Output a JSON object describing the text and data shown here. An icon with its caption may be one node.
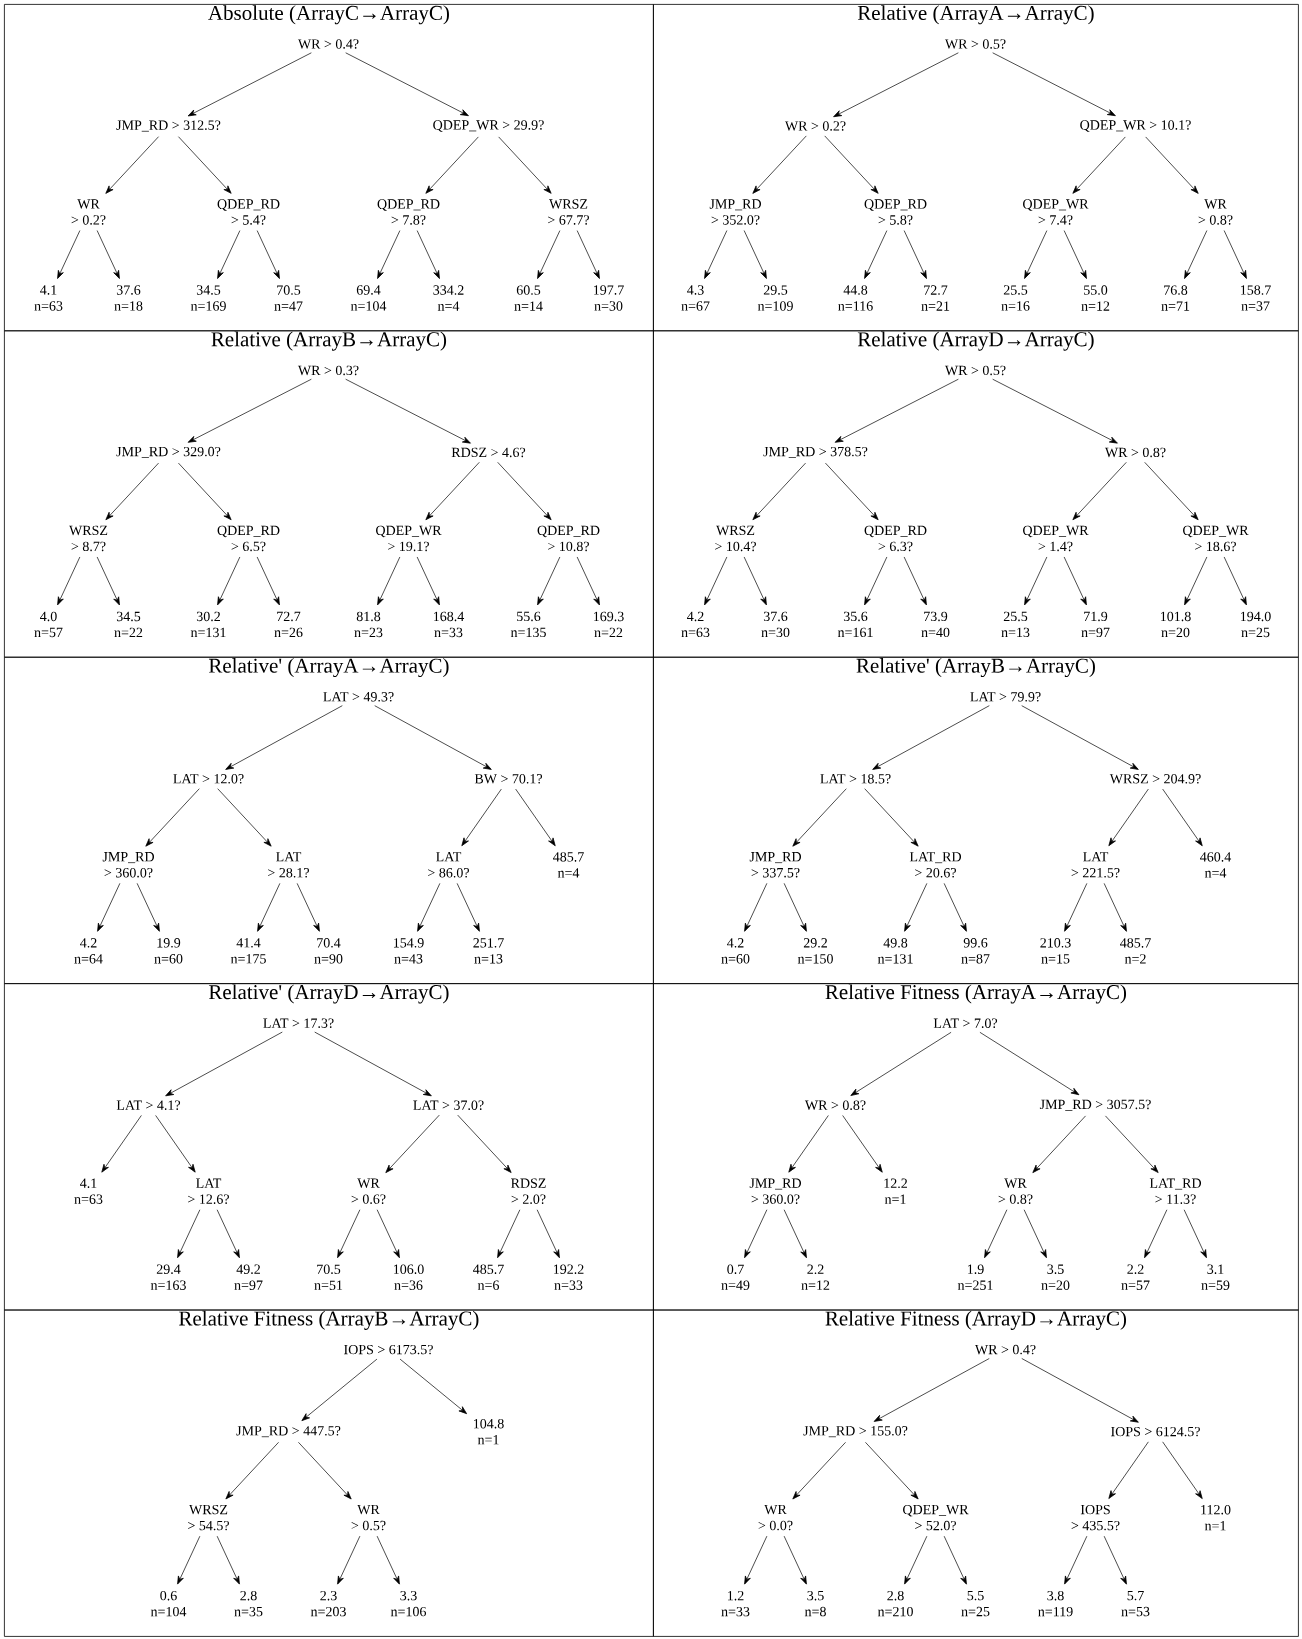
{
  "diagram": {
    "nodes": [
      {
        "text": [
          "Absolute (ArrayC→ArrayC)"
        ]
      },
      {
        "text": [
          "WR > 0.4?"
        ],
        "in": 0
      },
      {
        "text": [
          "JMP_RD > 312.5?"
        ],
        "in": 0
      },
      {
        "text": [
          "QDEP_WR > 29.9?"
        ],
        "in": 0
      },
      {
        "text": [
          "WR",
          "> 0.2?"
        ],
        "in": 0
      },
      {
        "text": [
          "QDEP_RD",
          "> 5.4?"
        ],
        "in": 0
      },
      {
        "text": [
          "QDEP_RD",
          "> 7.8?"
        ],
        "in": 0
      },
      {
        "text": [
          "WRSZ",
          "> 67.7?"
        ],
        "in": 0
      },
      {
        "text": [
          "4.1",
          "n=63"
        ],
        "in": 0
      },
      {
        "text": [
          "37.6",
          "n=18"
        ],
        "in": 0
      },
      {
        "text": [
          "34.5",
          "n=169"
        ],
        "in": 0
      },
      {
        "text": [
          "70.5",
          "n=47"
        ],
        "in": 0
      },
      {
        "text": [
          "69.4",
          "n=104"
        ],
        "in": 0
      },
      {
        "text": [
          "334.2",
          "n=4"
        ],
        "in": 0
      },
      {
        "text": [
          "60.5",
          "n=14"
        ],
        "in": 0
      },
      {
        "text": [
          "197.7",
          "n=30"
        ],
        "in": 0
      },
      {
        "text": [
          "Relative (ArrayA→ArrayC)"
        ]
      },
      {
        "text": [
          "WR > 0.5?"
        ],
        "in": 16
      },
      {
        "text": [
          "WR > 0.2?"
        ],
        "in": 16
      },
      {
        "text": [
          "QDEP_WR > 10.1?"
        ],
        "in": 16
      },
      {
        "text": [
          "JMP_RD",
          "> 352.0?"
        ],
        "in": 16
      },
      {
        "text": [
          "QDEP_RD",
          "> 5.8?"
        ],
        "in": 16
      },
      {
        "text": [
          "QDEP_WR",
          "> 7.4?"
        ],
        "in": 16
      },
      {
        "text": [
          "WR",
          "> 0.8?"
        ],
        "in": 16
      },
      {
        "text": [
          "4.3",
          "n=67"
        ],
        "in": 16
      },
      {
        "text": [
          "29.5",
          "n=109"
        ],
        "in": 16
      },
      {
        "text": [
          "44.8",
          "n=116"
        ],
        "in": 16
      },
      {
        "text": [
          "72.7",
          "n=21"
        ],
        "in": 16
      },
      {
        "text": [
          "25.5",
          "n=16"
        ],
        "in": 16
      },
      {
        "text": [
          "55.0",
          "n=12"
        ],
        "in": 16
      },
      {
        "text": [
          "76.8",
          "n=71"
        ],
        "in": 16
      },
      {
        "text": [
          "158.7",
          "n=37"
        ],
        "in": 16
      },
      {
        "text": [
          "Relative (ArrayB→ArrayC)"
        ]
      },
      {
        "text": [
          "WR > 0.3?"
        ],
        "in": 32
      },
      {
        "text": [
          "JMP_RD > 329.0?"
        ],
        "in": 32
      },
      {
        "text": [
          "RDSZ > 4.6?"
        ],
        "in": 32
      },
      {
        "text": [
          "WRSZ",
          "> 8.7?"
        ],
        "in": 32
      },
      {
        "text": [
          "QDEP_RD",
          "> 6.5?"
        ],
        "in": 32
      },
      {
        "text": [
          "QDEP_WR",
          "> 19.1?"
        ],
        "in": 32
      },
      {
        "text": [
          "QDEP_RD",
          "> 10.8?"
        ],
        "in": 32
      },
      {
        "text": [
          "4.0",
          "n=57"
        ],
        "in": 32
      },
      {
        "text": [
          "34.5",
          "n=22"
        ],
        "in": 32
      },
      {
        "text": [
          "30.2",
          "n=131"
        ],
        "in": 32
      },
      {
        "text": [
          "72.7",
          "n=26"
        ],
        "in": 32
      },
      {
        "text": [
          "81.8",
          "n=23"
        ],
        "in": 32
      },
      {
        "text": [
          "168.4",
          "n=33"
        ],
        "in": 32
      },
      {
        "text": [
          "55.6",
          "n=135"
        ],
        "in": 32
      },
      {
        "text": [
          "169.3",
          "n=22"
        ],
        "in": 32
      },
      {
        "text": [
          "Relative (ArrayD→ArrayC)"
        ]
      },
      {
        "text": [
          "WR > 0.5?"
        ],
        "in": 48
      },
      {
        "text": [
          "JMP_RD > 378.5?"
        ],
        "in": 48
      },
      {
        "text": [
          "WR > 0.8?"
        ],
        "in": 48
      },
      {
        "text": [
          "WRSZ",
          "> 10.4?"
        ],
        "in": 48
      },
      {
        "text": [
          "QDEP_RD",
          "> 6.3?"
        ],
        "in": 48
      },
      {
        "text": [
          "QDEP_WR",
          "> 1.4?"
        ],
        "in": 48
      },
      {
        "text": [
          "QDEP_WR",
          "> 18.6?"
        ],
        "in": 48
      },
      {
        "text": [
          "4.2",
          "n=63"
        ],
        "in": 48
      },
      {
        "text": [
          "37.6",
          "n=30"
        ],
        "in": 48
      },
      {
        "text": [
          "35.6",
          "n=161"
        ],
        "in": 48
      },
      {
        "text": [
          "73.9",
          "n=40"
        ],
        "in": 48
      },
      {
        "text": [
          "25.5",
          "n=13"
        ],
        "in": 48
      },
      {
        "text": [
          "71.9",
          "n=97"
        ],
        "in": 48
      },
      {
        "text": [
          "101.8",
          "n=20"
        ],
        "in": 48
      },
      {
        "text": [
          "194.0",
          "n=25"
        ],
        "in": 48
      },
      {
        "text": [
          "Relative' (ArrayA→ArrayC)"
        ]
      },
      {
        "text": [
          "LAT > 49.3?"
        ],
        "in": 64
      },
      {
        "text": [
          "LAT > 12.0?"
        ],
        "in": 64
      },
      {
        "text": [
          "BW > 70.1?"
        ],
        "in": 64
      },
      {
        "text": [
          "JMP_RD",
          "> 360.0?"
        ],
        "in": 64
      },
      {
        "text": [
          "LAT",
          "> 28.1?"
        ],
        "in": 64
      },
      {
        "text": [
          "LAT",
          "> 86.0?"
        ],
        "in": 64
      },
      {
        "text": [
          "485.7",
          "n=4"
        ],
        "in": 64
      },
      {
        "text": [
          "4.2",
          "n=64"
        ],
        "in": 64
      },
      {
        "text": [
          "19.9",
          "n=60"
        ],
        "in": 64
      },
      {
        "text": [
          "41.4",
          "n=175"
        ],
        "in": 64
      },
      {
        "text": [
          "70.4",
          "n=90"
        ],
        "in": 64
      },
      {
        "text": [
          "154.9",
          "n=43"
        ],
        "in": 64
      },
      {
        "text": [
          "251.7",
          "n=13"
        ],
        "in": 64
      },
      {
        "text": [
          "Relative' (ArrayB→ArrayC)"
        ]
      },
      {
        "text": [
          "LAT > 79.9?"
        ],
        "in": 78
      },
      {
        "text": [
          "LAT > 18.5?"
        ],
        "in": 78
      },
      {
        "text": [
          "WRSZ > 204.9?"
        ],
        "in": 78
      },
      {
        "text": [
          "JMP_RD",
          "> 337.5?"
        ],
        "in": 78
      },
      {
        "text": [
          "LAT_RD",
          "> 20.6?"
        ],
        "in": 78
      },
      {
        "text": [
          "LAT",
          "> 221.5?"
        ],
        "in": 78
      },
      {
        "text": [
          "460.4",
          "n=4"
        ],
        "in": 78
      },
      {
        "text": [
          "4.2",
          "n=60"
        ],
        "in": 78
      },
      {
        "text": [
          "29.2",
          "n=150"
        ],
        "in": 78
      },
      {
        "text": [
          "49.8",
          "n=131"
        ],
        "in": 78
      },
      {
        "text": [
          "99.6",
          "n=87"
        ],
        "in": 78
      },
      {
        "text": [
          "210.3",
          "n=15"
        ],
        "in": 78
      },
      {
        "text": [
          "485.7",
          "n=2"
        ],
        "in": 78
      },
      {
        "text": [
          "Relative' (ArrayD→ArrayC)"
        ]
      },
      {
        "text": [
          "LAT > 17.3?"
        ],
        "in": 92
      },
      {
        "text": [
          "LAT > 4.1?"
        ],
        "in": 92
      },
      {
        "text": [
          "LAT > 37.0?"
        ],
        "in": 92
      },
      {
        "text": [
          "4.1",
          "n=63"
        ],
        "in": 92
      },
      {
        "text": [
          "LAT",
          "> 12.6?"
        ],
        "in": 92
      },
      {
        "text": [
          "WR",
          "> 0.6?"
        ],
        "in": 92
      },
      {
        "text": [
          "RDSZ",
          "> 2.0?"
        ],
        "in": 92
      },
      {
        "text": [
          "29.4",
          "n=163"
        ],
        "in": 92
      },
      {
        "text": [
          "49.2",
          "n=97"
        ],
        "in": 92
      },
      {
        "text": [
          "70.5",
          "n=51"
        ],
        "in": 92
      },
      {
        "text": [
          "106.0",
          "n=36"
        ],
        "in": 92
      },
      {
        "text": [
          "485.7",
          "n=6"
        ],
        "in": 92
      },
      {
        "text": [
          "192.2",
          "n=33"
        ],
        "in": 92
      },
      {
        "text": [
          "Relative Fitness (ArrayA→ArrayC)"
        ]
      },
      {
        "text": [
          "LAT > 7.0?"
        ],
        "in": 106
      },
      {
        "text": [
          "WR > 0.8?"
        ],
        "in": 106
      },
      {
        "text": [
          "JMP_RD > 3057.5?"
        ],
        "in": 106
      },
      {
        "text": [
          "JMP_RD",
          "> 360.0?"
        ],
        "in": 106
      },
      {
        "text": [
          "12.2",
          "n=1"
        ],
        "in": 106
      },
      {
        "text": [
          "WR",
          "> 0.8?"
        ],
        "in": 106
      },
      {
        "text": [
          "LAT_RD",
          "> 11.3?"
        ],
        "in": 106
      },
      {
        "text": [
          "0.7",
          "n=49"
        ],
        "in": 106
      },
      {
        "text": [
          "2.2",
          "n=12"
        ],
        "in": 106
      },
      {
        "text": [
          "1.9",
          "n=251"
        ],
        "in": 106
      },
      {
        "text": [
          "3.5",
          "n=20"
        ],
        "in": 106
      },
      {
        "text": [
          "2.2",
          "n=57"
        ],
        "in": 106
      },
      {
        "text": [
          "3.1",
          "n=59"
        ],
        "in": 106
      },
      {
        "text": [
          "Relative Fitness (ArrayB→ArrayC)"
        ]
      },
      {
        "text": [
          "IOPS > 6173.5?"
        ],
        "in": 120
      },
      {
        "text": [
          "JMP_RD > 447.5?"
        ],
        "in": 120
      },
      {
        "text": [
          "104.8",
          "n=1"
        ],
        "in": 120
      },
      {
        "text": [
          "WRSZ",
          "> 54.5?"
        ],
        "in": 120
      },
      {
        "text": [
          "WR",
          "> 0.5?"
        ],
        "in": 120
      },
      {
        "text": [
          "0.6",
          "n=104"
        ],
        "in": 120
      },
      {
        "text": [
          "2.8",
          "n=35"
        ],
        "in": 120
      },
      {
        "text": [
          "2.3",
          "n=203"
        ],
        "in": 120
      },
      {
        "text": [
          "3.3",
          "n=106"
        ],
        "in": 120
      },
      {
        "text": [
          "Relative Fitness (ArrayD→ArrayC)"
        ]
      },
      {
        "text": [
          "WR > 0.4?"
        ],
        "in": 130
      },
      {
        "text": [
          "JMP_RD > 155.0?"
        ],
        "in": 130
      },
      {
        "text": [
          "IOPS > 6124.5?"
        ],
        "in": 130
      },
      {
        "text": [
          "WR",
          "> 0.0?"
        ],
        "in": 130
      },
      {
        "text": [
          "QDEP_WR",
          "> 52.0?"
        ],
        "in": 130
      },
      {
        "text": [
          "IOPS",
          "> 435.5?"
        ],
        "in": 130
      },
      {
        "text": [
          "112.0",
          "n=1"
        ],
        "in": 130
      },
      {
        "text": [
          "1.2",
          "n=33"
        ],
        "in": 130
      },
      {
        "text": [
          "3.5",
          "n=8"
        ],
        "in": 130
      },
      {
        "text": [
          "2.8",
          "n=210"
        ],
        "in": 130
      },
      {
        "text": [
          "5.5",
          "n=25"
        ],
        "in": 130
      },
      {
        "text": [
          "3.8",
          "n=119"
        ],
        "in": 130
      },
      {
        "text": [
          "5.7",
          "n=53"
        ],
        "in": 130
      }
    ],
    "edges": [
      {
        "from": 1,
        "to": 2,
        "arrow": "to"
      },
      {
        "from": 1,
        "to": 3,
        "arrow": "to"
      },
      {
        "from": 2,
        "to": 4,
        "arrow": "to"
      },
      {
        "from": 2,
        "to": 5,
        "arrow": "to"
      },
      {
        "from": 3,
        "to": 6,
        "arrow": "to"
      },
      {
        "from": 3,
        "to": 7,
        "arrow": "to"
      },
      {
        "from": 4,
        "to": 8,
        "arrow": "to"
      },
      {
        "from": 4,
        "to": 9,
        "arrow": "to"
      },
      {
        "from": 5,
        "to": 10,
        "arrow": "to"
      },
      {
        "from": 5,
        "to": 11,
        "arrow": "to"
      },
      {
        "from": 6,
        "to": 12,
        "arrow": "to"
      },
      {
        "from": 6,
        "to": 13,
        "arrow": "to"
      },
      {
        "from": 7,
        "to": 14,
        "arrow": "to"
      },
      {
        "from": 7,
        "to": 15,
        "arrow": "to"
      },
      {
        "from": 17,
        "to": 18,
        "arrow": "to"
      },
      {
        "from": 17,
        "to": 19,
        "arrow": "to"
      },
      {
        "from": 18,
        "to": 20,
        "arrow": "to"
      },
      {
        "from": 18,
        "to": 21,
        "arrow": "to"
      },
      {
        "from": 19,
        "to": 22,
        "arrow": "to"
      },
      {
        "from": 19,
        "to": 23,
        "arrow": "to"
      },
      {
        "from": 20,
        "to": 24,
        "arrow": "to"
      },
      {
        "from": 20,
        "to": 25,
        "arrow": "to"
      },
      {
        "from": 21,
        "to": 26,
        "arrow": "to"
      },
      {
        "from": 21,
        "to": 27,
        "arrow": "to"
      },
      {
        "from": 22,
        "to": 28,
        "arrow": "to"
      },
      {
        "from": 22,
        "to": 29,
        "arrow": "to"
      },
      {
        "from": 23,
        "to": 30,
        "arrow": "to"
      },
      {
        "from": 23,
        "to": 31,
        "arrow": "to"
      },
      {
        "from": 33,
        "to": 34,
        "arrow": "to"
      },
      {
        "from": 33,
        "to": 35,
        "arrow": "to"
      },
      {
        "from": 34,
        "to": 36,
        "arrow": "to"
      },
      {
        "from": 34,
        "to": 37,
        "arrow": "to"
      },
      {
        "from": 35,
        "to": 38,
        "arrow": "to"
      },
      {
        "from": 35,
        "to": 39,
        "arrow": "to"
      },
      {
        "from": 36,
        "to": 40,
        "arrow": "to"
      },
      {
        "from": 36,
        "to": 41,
        "arrow": "to"
      },
      {
        "from": 37,
        "to": 42,
        "arrow": "to"
      },
      {
        "from": 37,
        "to": 43,
        "arrow": "to"
      },
      {
        "from": 38,
        "to": 44,
        "arrow": "to"
      },
      {
        "from": 38,
        "to": 45,
        "arrow": "to"
      },
      {
        "from": 39,
        "to": 46,
        "arrow": "to"
      },
      {
        "from": 39,
        "to": 47,
        "arrow": "to"
      },
      {
        "from": 49,
        "to": 50,
        "arrow": "to"
      },
      {
        "from": 49,
        "to": 51,
        "arrow": "to"
      },
      {
        "from": 50,
        "to": 52,
        "arrow": "to"
      },
      {
        "from": 50,
        "to": 53,
        "arrow": "to"
      },
      {
        "from": 51,
        "to": 54,
        "arrow": "to"
      },
      {
        "from": 51,
        "to": 55,
        "arrow": "to"
      },
      {
        "from": 52,
        "to": 56,
        "arrow": "to"
      },
      {
        "from": 52,
        "to": 57,
        "arrow": "to"
      },
      {
        "from": 53,
        "to": 58,
        "arrow": "to"
      },
      {
        "from": 53,
        "to": 59,
        "arrow": "to"
      },
      {
        "from": 54,
        "to": 60,
        "arrow": "to"
      },
      {
        "from": 54,
        "to": 61,
        "arrow": "to"
      },
      {
        "from": 55,
        "to": 62,
        "arrow": "to"
      },
      {
        "from": 55,
        "to": 63,
        "arrow": "to"
      },
      {
        "from": 65,
        "to": 66,
        "arrow": "to"
      },
      {
        "from": 65,
        "to": 67,
        "arrow": "to"
      },
      {
        "from": 66,
        "to": 68,
        "arrow": "to"
      },
      {
        "from": 66,
        "to": 69,
        "arrow": "to"
      },
      {
        "from": 67,
        "to": 70,
        "arrow": "to"
      },
      {
        "from": 67,
        "to": 71,
        "arrow": "to"
      },
      {
        "from": 68,
        "to": 72,
        "arrow": "to"
      },
      {
        "from": 68,
        "to": 73,
        "arrow": "to"
      },
      {
        "from": 69,
        "to": 74,
        "arrow": "to"
      },
      {
        "from": 69,
        "to": 75,
        "arrow": "to"
      },
      {
        "from": 70,
        "to": 76,
        "arrow": "to"
      },
      {
        "from": 70,
        "to": 77,
        "arrow": "to"
      },
      {
        "from": 79,
        "to": 80,
        "arrow": "to"
      },
      {
        "from": 79,
        "to": 81,
        "arrow": "to"
      },
      {
        "from": 80,
        "to": 82,
        "arrow": "to"
      },
      {
        "from": 80,
        "to": 83,
        "arrow": "to"
      },
      {
        "from": 81,
        "to": 84,
        "arrow": "to"
      },
      {
        "from": 81,
        "to": 85,
        "arrow": "to"
      },
      {
        "from": 82,
        "to": 86,
        "arrow": "to"
      },
      {
        "from": 82,
        "to": 87,
        "arrow": "to"
      },
      {
        "from": 83,
        "to": 88,
        "arrow": "to"
      },
      {
        "from": 83,
        "to": 89,
        "arrow": "to"
      },
      {
        "from": 84,
        "to": 90,
        "arrow": "to"
      },
      {
        "from": 84,
        "to": 91,
        "arrow": "to"
      },
      {
        "from": 93,
        "to": 94,
        "arrow": "to"
      },
      {
        "from": 93,
        "to": 95,
        "arrow": "to"
      },
      {
        "from": 94,
        "to": 96,
        "arrow": "to"
      },
      {
        "from": 94,
        "to": 97,
        "arrow": "to"
      },
      {
        "from": 95,
        "to": 98,
        "arrow": "to"
      },
      {
        "from": 95,
        "to": 99,
        "arrow": "to"
      },
      {
        "from": 97,
        "to": 100,
        "arrow": "to"
      },
      {
        "from": 97,
        "to": 101,
        "arrow": "to"
      },
      {
        "from": 98,
        "to": 102,
        "arrow": "to"
      },
      {
        "from": 98,
        "to": 103,
        "arrow": "to"
      },
      {
        "from": 99,
        "to": 104,
        "arrow": "to"
      },
      {
        "from": 99,
        "to": 105,
        "arrow": "to"
      },
      {
        "from": 107,
        "to": 108,
        "arrow": "to"
      },
      {
        "from": 107,
        "to": 109,
        "arrow": "to"
      },
      {
        "from": 108,
        "to": 110,
        "arrow": "to"
      },
      {
        "from": 108,
        "to": 111,
        "arrow": "to"
      },
      {
        "from": 109,
        "to": 112,
        "arrow": "to"
      },
      {
        "from": 109,
        "to": 113,
        "arrow": "to"
      },
      {
        "from": 110,
        "to": 114,
        "arrow": "to"
      },
      {
        "from": 110,
        "to": 115,
        "arrow": "to"
      },
      {
        "from": 112,
        "to": 116,
        "arrow": "to"
      },
      {
        "from": 112,
        "to": 117,
        "arrow": "to"
      },
      {
        "from": 113,
        "to": 118,
        "arrow": "to"
      },
      {
        "from": 113,
        "to": 119,
        "arrow": "to"
      },
      {
        "from": 121,
        "to": 122,
        "arrow": "to"
      },
      {
        "from": 121,
        "to": 123,
        "arrow": "to"
      },
      {
        "from": 122,
        "to": 124,
        "arrow": "to"
      },
      {
        "from": 122,
        "to": 125,
        "arrow": "to"
      },
      {
        "from": 124,
        "to": 126,
        "arrow": "to"
      },
      {
        "from": 124,
        "to": 127,
        "arrow": "to"
      },
      {
        "from": 125,
        "to": 128,
        "arrow": "to"
      },
      {
        "from": 125,
        "to": 129,
        "arrow": "to"
      },
      {
        "from": 131,
        "to": 132,
        "arrow": "to"
      },
      {
        "from": 131,
        "to": 133,
        "arrow": "to"
      },
      {
        "from": 132,
        "to": 134,
        "arrow": "to"
      },
      {
        "from": 132,
        "to": 135,
        "arrow": "to"
      },
      {
        "from": 133,
        "to": 136,
        "arrow": "to"
      },
      {
        "from": 133,
        "to": 137,
        "arrow": "to"
      },
      {
        "from": 134,
        "to": 138,
        "arrow": "to"
      },
      {
        "from": 134,
        "to": 139,
        "arrow": "to"
      },
      {
        "from": 135,
        "to": 140,
        "arrow": "to"
      },
      {
        "from": 135,
        "to": 141,
        "arrow": "to"
      },
      {
        "from": 136,
        "to": 142,
        "arrow": "to"
      },
      {
        "from": 136,
        "to": 143,
        "arrow": "to"
      }
    ]
  }
}
